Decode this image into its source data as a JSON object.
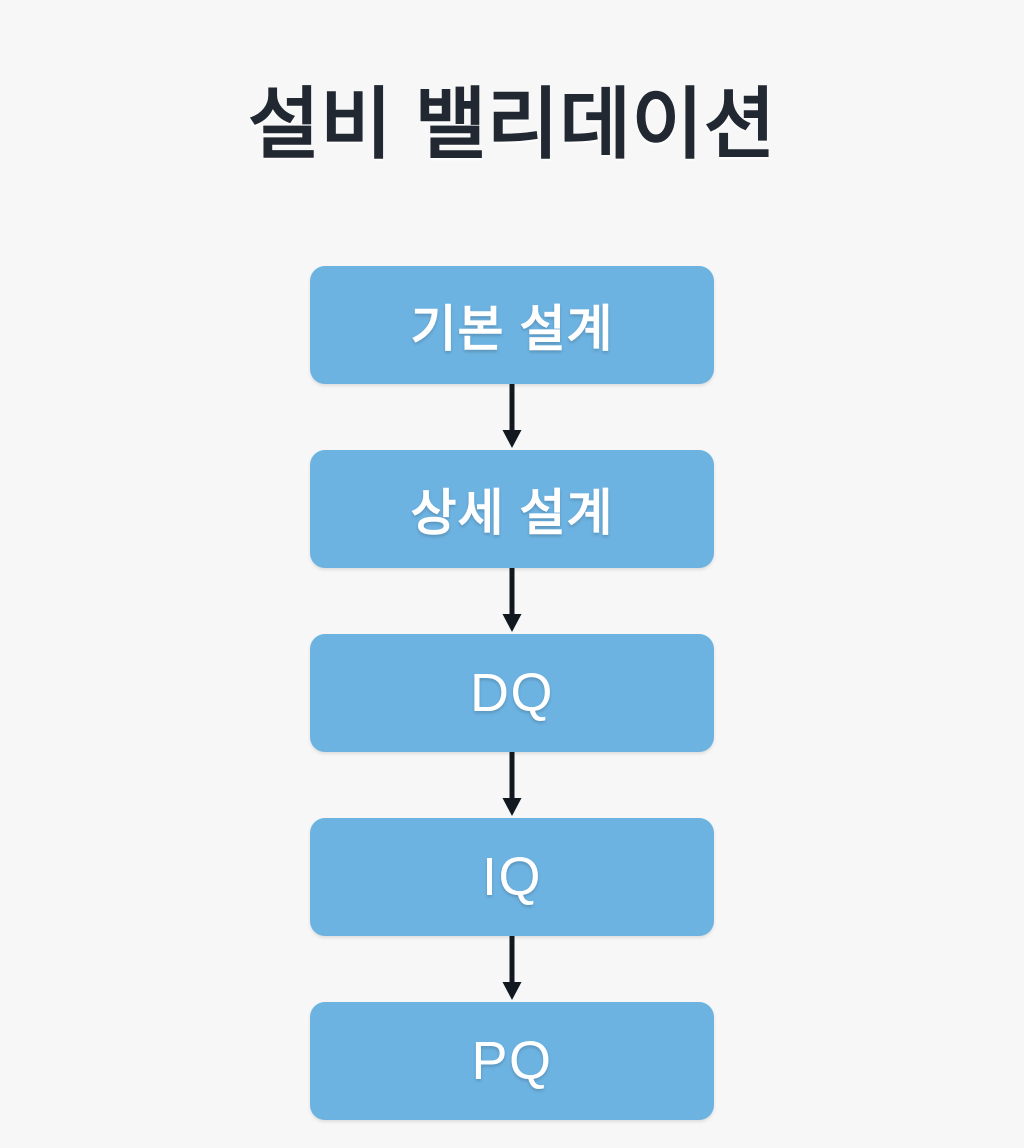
{
  "diagram": {
    "title": "설비 밸리데이션",
    "type": "flowchart",
    "orientation": "vertical-top-down",
    "colors": {
      "background": "#f7f7f7",
      "node_fill": "#6db3e2",
      "node_text": "#ffffff",
      "title_text": "#222831",
      "arrow": "#111820"
    },
    "nodes": [
      {
        "id": "basic-design",
        "label": "기본 설계",
        "script": "kr"
      },
      {
        "id": "detailed-design",
        "label": "상세 설계",
        "script": "kr"
      },
      {
        "id": "dq",
        "label": "DQ",
        "script": "latin"
      },
      {
        "id": "iq",
        "label": "IQ",
        "script": "latin"
      },
      {
        "id": "pq",
        "label": "PQ",
        "script": "latin"
      }
    ],
    "connectors": [
      {
        "id": "arrow-1",
        "from": "basic-design",
        "to": "detailed-design",
        "glyph": "down-arrow"
      },
      {
        "id": "arrow-2",
        "from": "detailed-design",
        "to": "dq",
        "glyph": "down-arrow"
      },
      {
        "id": "arrow-3",
        "from": "dq",
        "to": "iq",
        "glyph": "down-arrow"
      },
      {
        "id": "arrow-4",
        "from": "iq",
        "to": "pq",
        "glyph": "down-arrow"
      }
    ]
  }
}
